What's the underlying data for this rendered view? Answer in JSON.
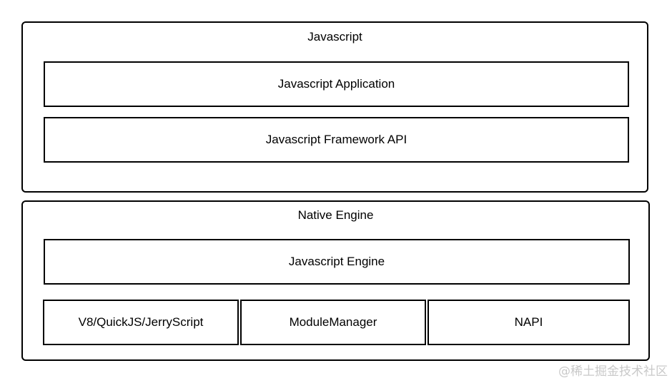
{
  "javascript_layer": {
    "title": "Javascript",
    "application": "Javascript Application",
    "framework_api": "Javascript Framework API"
  },
  "native_layer": {
    "title": "Native Engine",
    "engine": "Javascript Engine",
    "components": [
      "V8/QuickJS/JerryScript",
      "ModuleManager",
      "NAPI"
    ]
  },
  "watermark": "@稀土掘金技术社区",
  "colors": {
    "border": "#000000",
    "background": "#ffffff",
    "watermark": "#c9c9c9"
  }
}
